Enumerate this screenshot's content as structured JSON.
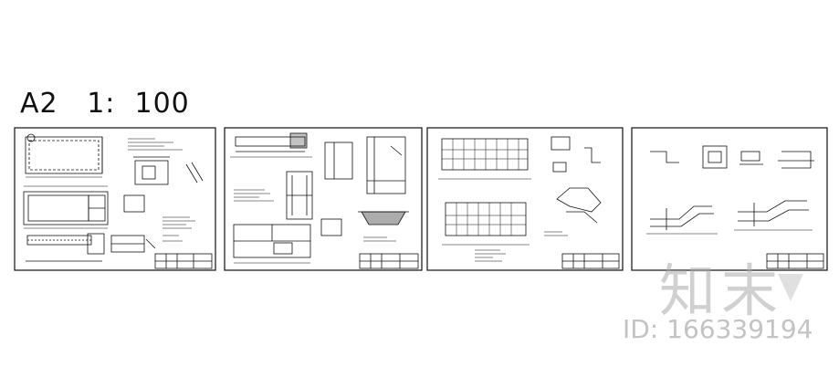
{
  "scale_label": "A2   1:  100",
  "watermark": {
    "logo_text": "知末",
    "id_text": "ID: 166339194",
    "color": "#aaaaaa"
  },
  "line_color": "#111111",
  "sheet_count": 4
}
